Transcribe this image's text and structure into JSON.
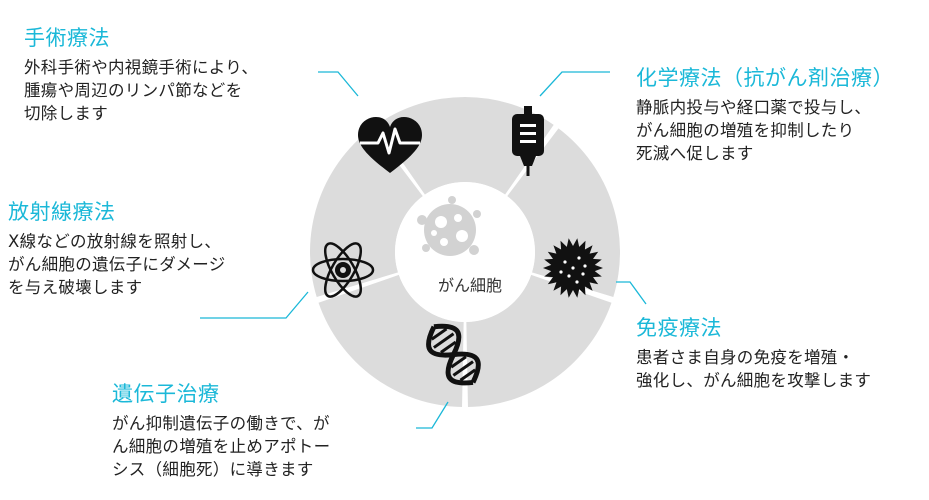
{
  "colors": {
    "accent": "#1bb8d8",
    "segment": "#dcdcdc",
    "icon": "#111111",
    "center": "#d2d2d2"
  },
  "center": {
    "label": "がん細胞",
    "icon": "cancer-cell-icon"
  },
  "therapies": [
    {
      "id": "surgery",
      "title": "手術療法",
      "description": "外科手術や内視鏡手術により、\n腫瘍や周辺のリンパ節などを\n切除します",
      "icon": "heart-rate-icon"
    },
    {
      "id": "chemo",
      "title": "化学療法（抗がん剤治療）",
      "description": "静脈内投与や経口薬で投与し、\nがん細胞の増殖を抑制したり\n死滅へ促します",
      "icon": "iv-drip-bag-icon"
    },
    {
      "id": "immuno",
      "title": "免疫療法",
      "description": "患者さま自身の免疫を増殖・\n強化し、がん細胞を攻撃します",
      "icon": "immune-cell-icon"
    },
    {
      "id": "gene",
      "title": "遺伝子治療",
      "description": "がん抑制遺伝子の働きで、が\nん細胞の増殖を止めアポトー\nシス（細胞死）に導きます",
      "icon": "dna-icon"
    },
    {
      "id": "radiation",
      "title": "放射線療法",
      "description": "X線などの放射線を照射し、\nがん細胞の遺伝子にダメージ\nを与え破壊します",
      "icon": "atom-icon"
    }
  ]
}
